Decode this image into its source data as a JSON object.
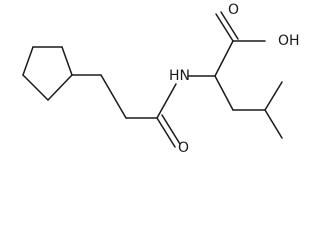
{
  "molecule": {
    "labels": {
      "hydroxyl": "OH",
      "carbonyl_oxygen_acid": "O",
      "amine": "HN",
      "carbonyl_oxygen_amide": "O"
    }
  },
  "colors": {
    "bond": "#1a1a1a",
    "text": "#1a1a1a",
    "background": "#ffffff"
  }
}
